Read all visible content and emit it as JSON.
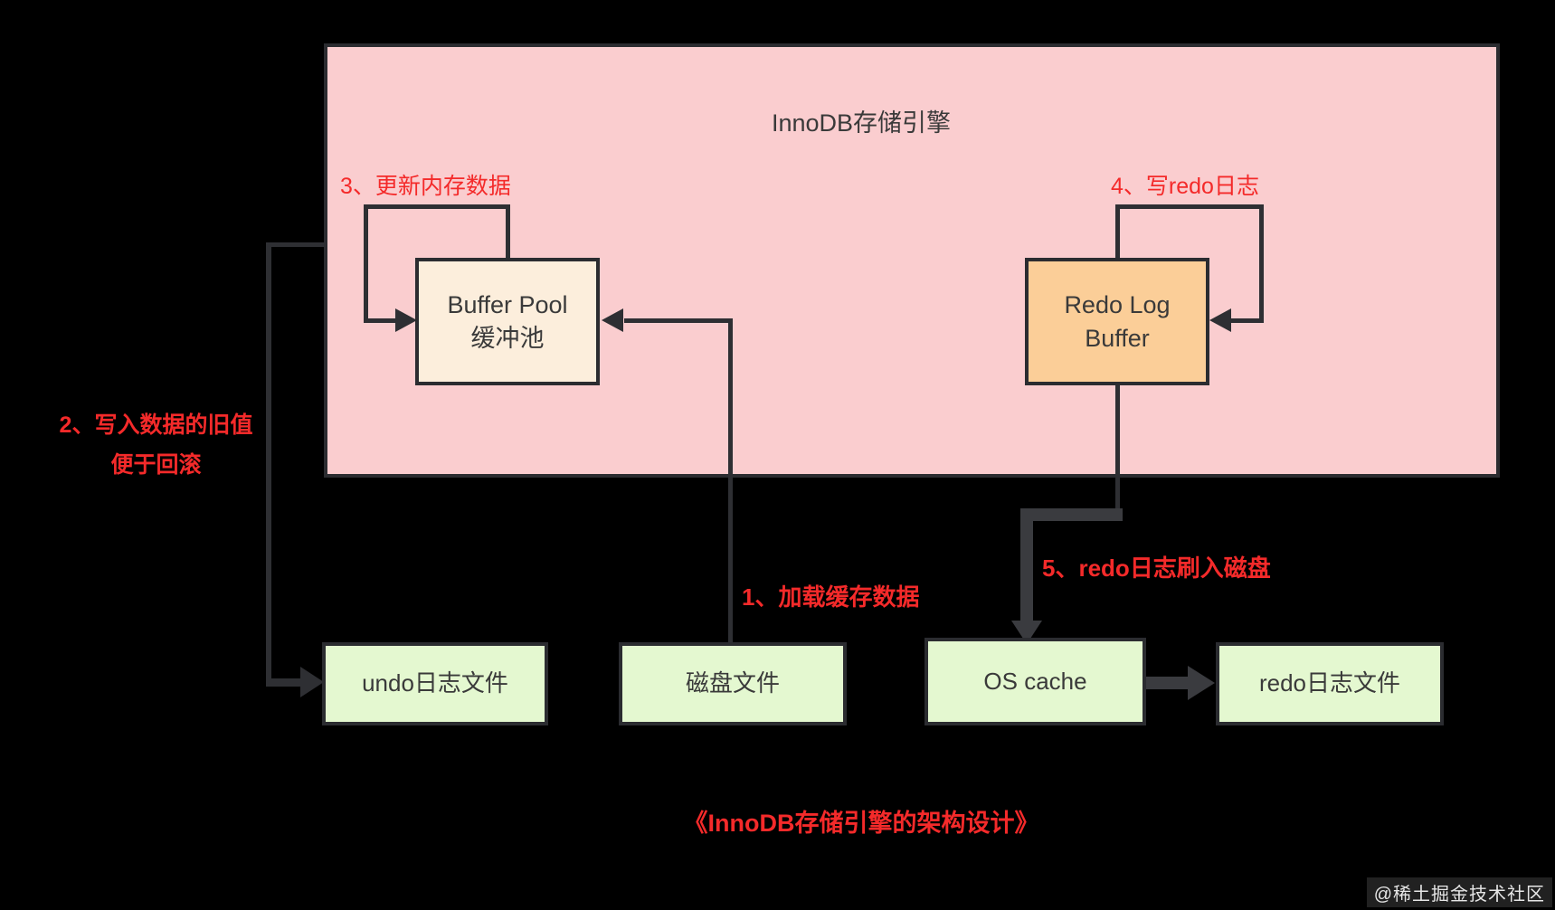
{
  "diagram": {
    "container_title": "InnoDB存储引擎",
    "caption": "《InnoDB存储引擎的架构设计》",
    "watermark": "@稀土掘金技术社区"
  },
  "nodes": {
    "buffer_pool": {
      "line1": "Buffer Pool",
      "line2": "缓冲池"
    },
    "redo_log_buffer": {
      "line1": "Redo Log",
      "line2": "Buffer"
    },
    "undo_file": {
      "label": "undo日志文件"
    },
    "disk_file": {
      "label": "磁盘文件"
    },
    "os_cache": {
      "label": "OS cache"
    },
    "redo_file": {
      "label": "redo日志文件"
    }
  },
  "steps": {
    "step1": "1、加载缓存数据",
    "step2_line1": "2、写入数据的旧值",
    "step2_line2": "便于回滚",
    "step3": "3、更新内存数据",
    "step4": "4、写redo日志",
    "step5": "5、redo日志刷入磁盘"
  },
  "colors": {
    "background": "#000000",
    "engine_panel": "#FACDCF",
    "buffer_pool_fill": "#FCEEDC",
    "redo_buffer_fill": "#FBCE98",
    "file_box_fill": "#E4F8D0",
    "line_dark": "#2E2F33",
    "line_gray": "#3A3B3F",
    "accent_red": "#F42A2A",
    "text_dark": "#3A3A3A"
  }
}
